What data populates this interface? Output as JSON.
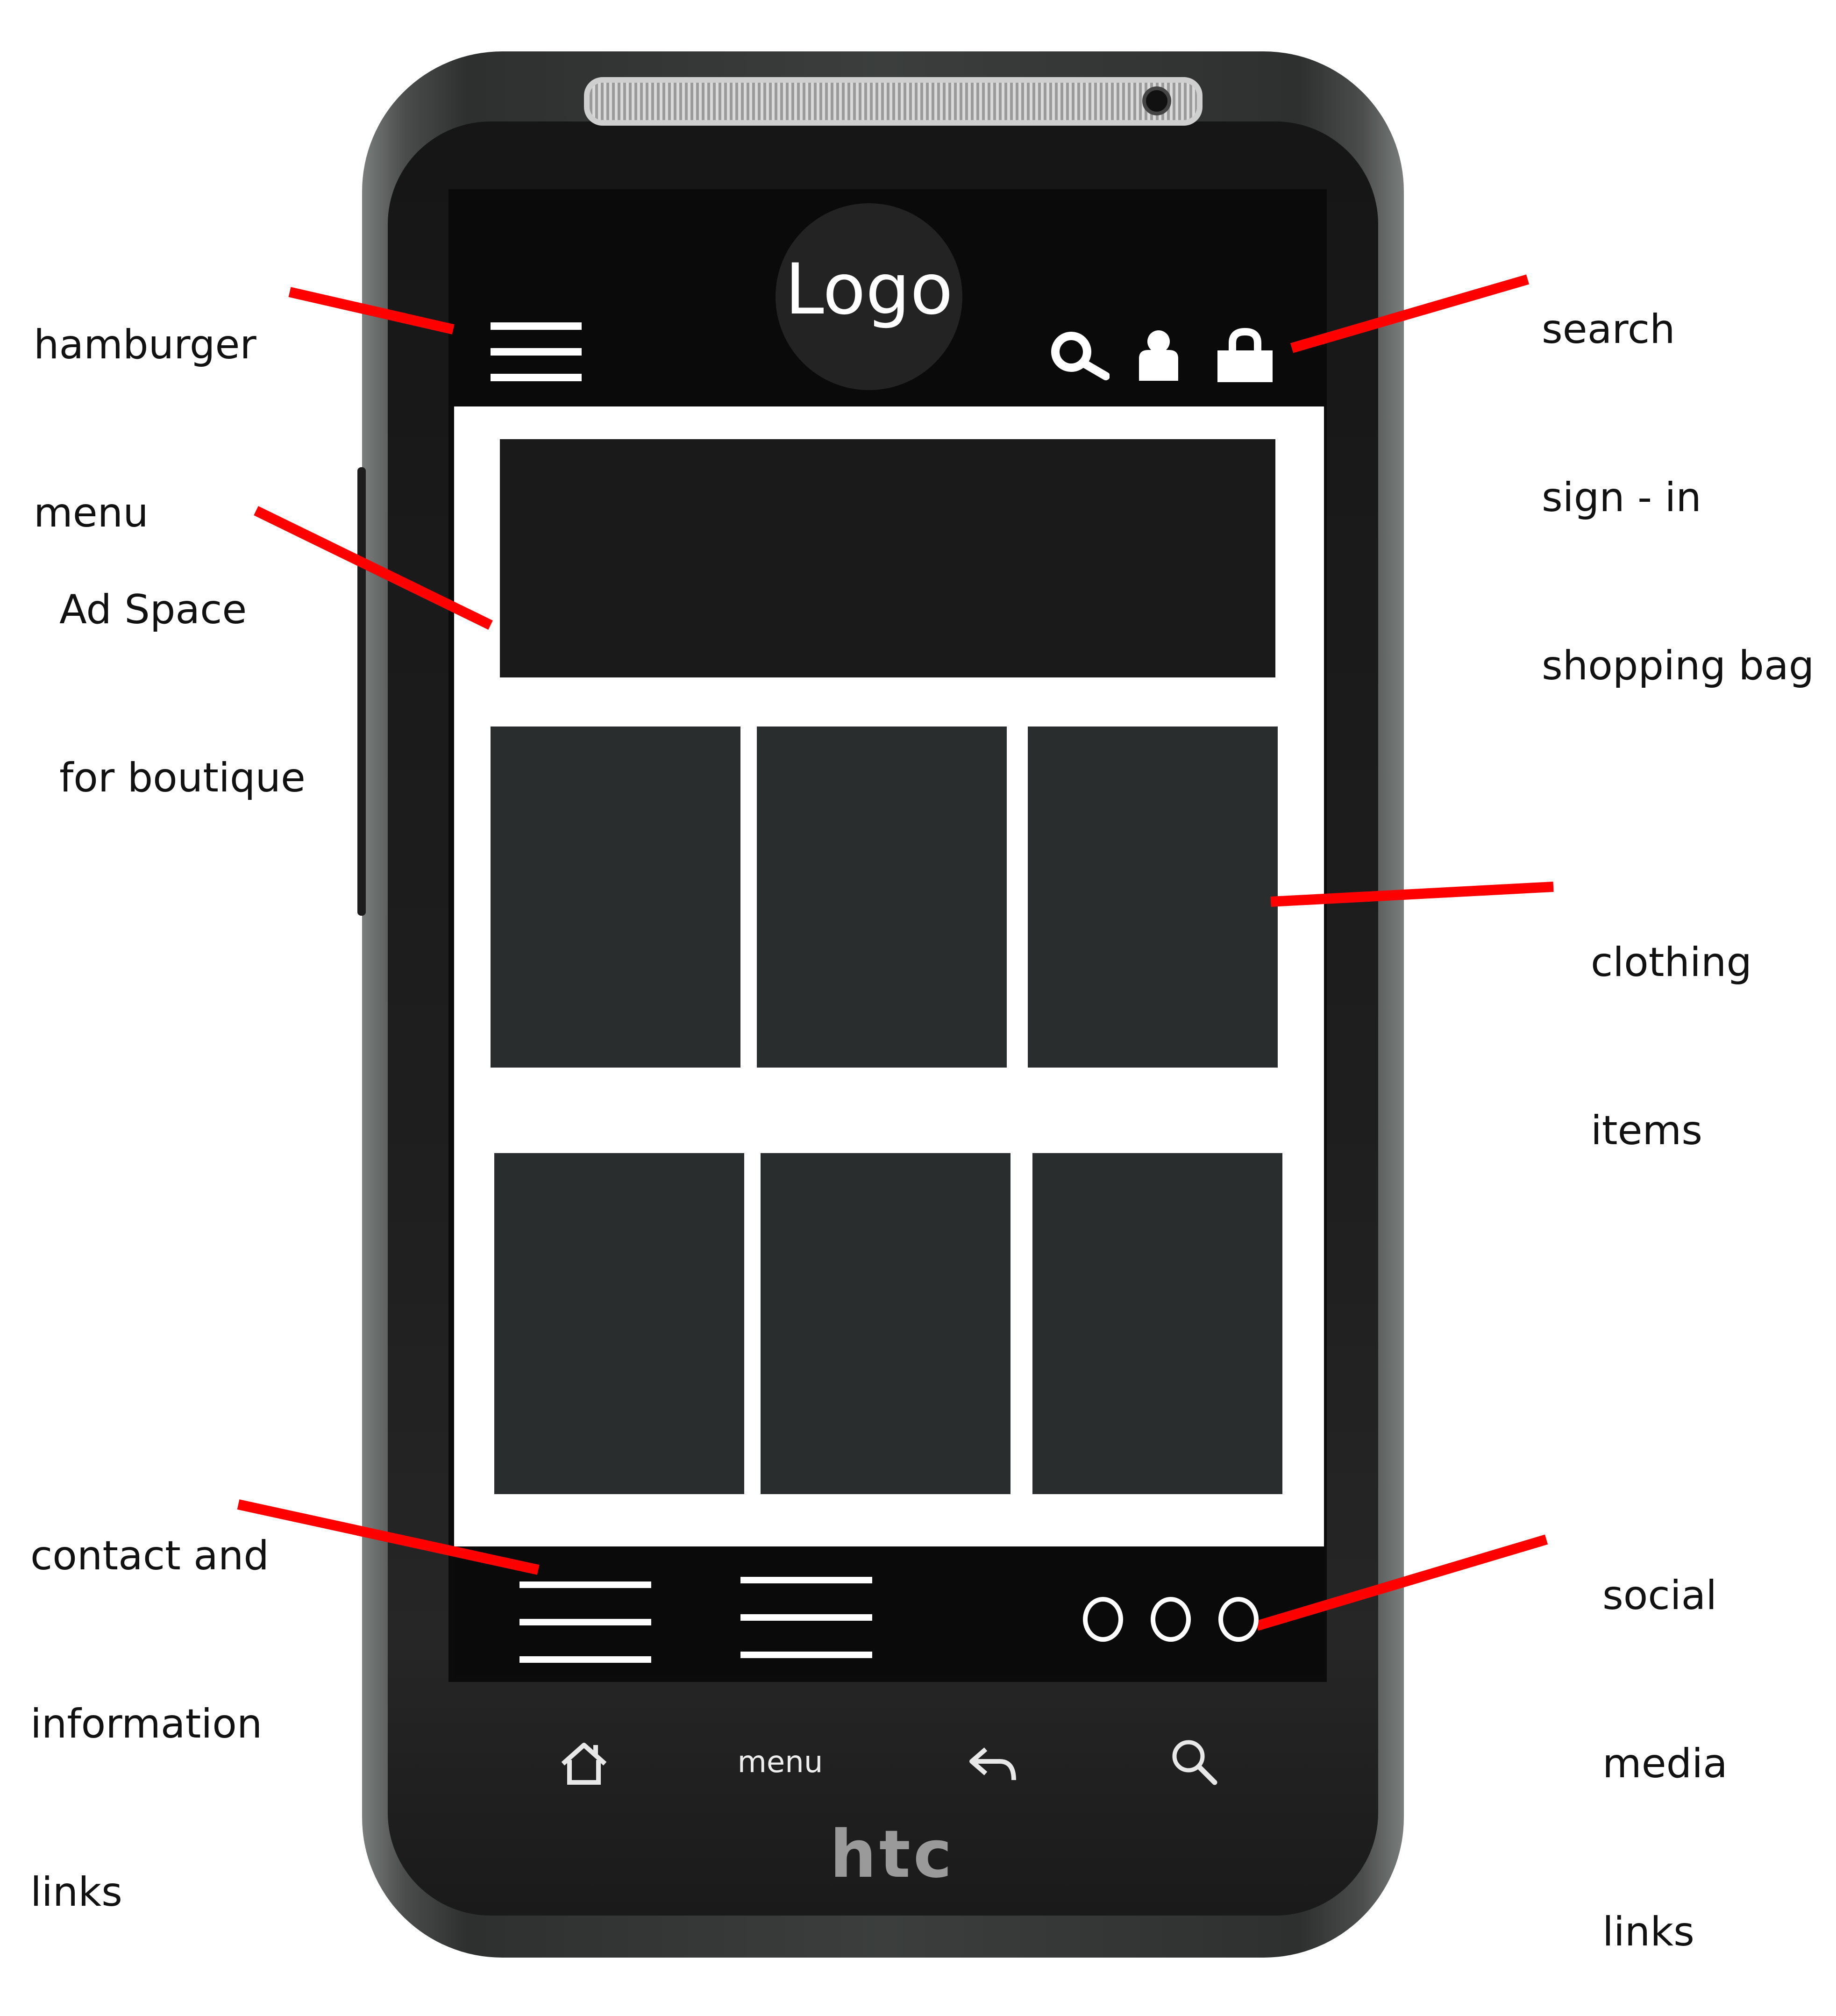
{
  "mockup": {
    "logo_text": "Logo",
    "nav_menu_label": "menu",
    "brand": "htc",
    "social_circle_count": 3
  },
  "labels": {
    "hamburger": [
      "hamburger",
      "menu"
    ],
    "header_icons": [
      "search",
      "sign - in",
      "shopping bag"
    ],
    "ad_space": [
      "Ad Space",
      "for boutique"
    ],
    "clothing": [
      "clothing",
      "items"
    ],
    "contact": [
      "contact and",
      "information",
      "links"
    ],
    "social": [
      "social",
      "media",
      "links"
    ]
  },
  "icons": [
    "hamburger-menu-icon",
    "search-icon",
    "user-icon",
    "shopping-bag-icon",
    "home-icon",
    "back-arrow-icon",
    "search-icon"
  ],
  "colors": {
    "pointer": "#ff0000",
    "screen_bg": "#0a0a0a",
    "tile": "#2a2d2d",
    "ad_banner": "#1a1a1a"
  }
}
